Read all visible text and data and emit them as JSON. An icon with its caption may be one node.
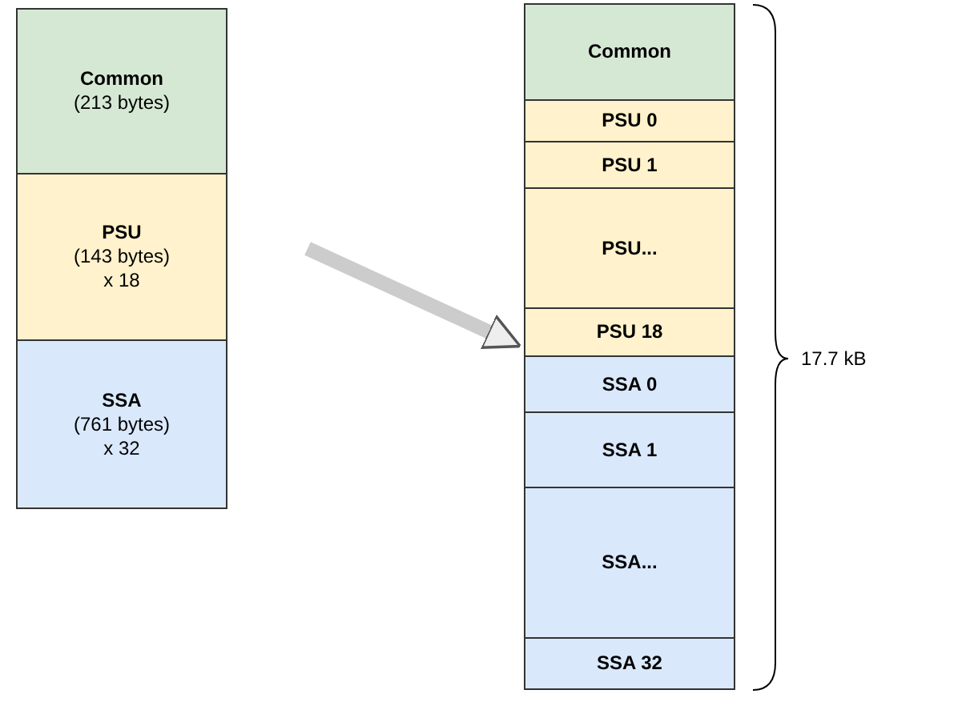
{
  "diagram": {
    "nodes": [
      {
        "text": [
          "Common",
          "(213 bytes)"
        ]
      },
      {
        "text": [
          "PSU",
          "(143 bytes)",
          "x 18"
        ]
      },
      {
        "text": [
          "SSA",
          "(761 bytes)",
          "x 32"
        ]
      },
      {
        "text": [
          "Common"
        ]
      },
      {
        "text": [
          "PSU 0"
        ]
      },
      {
        "text": [
          "PSU 1"
        ]
      },
      {
        "text": [
          "PSU..."
        ]
      },
      {
        "text": [
          "PSU 18"
        ]
      },
      {
        "text": [
          "SSA 0"
        ]
      },
      {
        "text": [
          "SSA 1"
        ]
      },
      {
        "text": [
          "SSA..."
        ]
      },
      {
        "text": [
          "SSA 32"
        ]
      }
    ],
    "edges": [
      {
        "from": 1,
        "to": 7,
        "arrow": "to"
      }
    ],
    "labels": [
      "17.7 kB"
    ]
  }
}
